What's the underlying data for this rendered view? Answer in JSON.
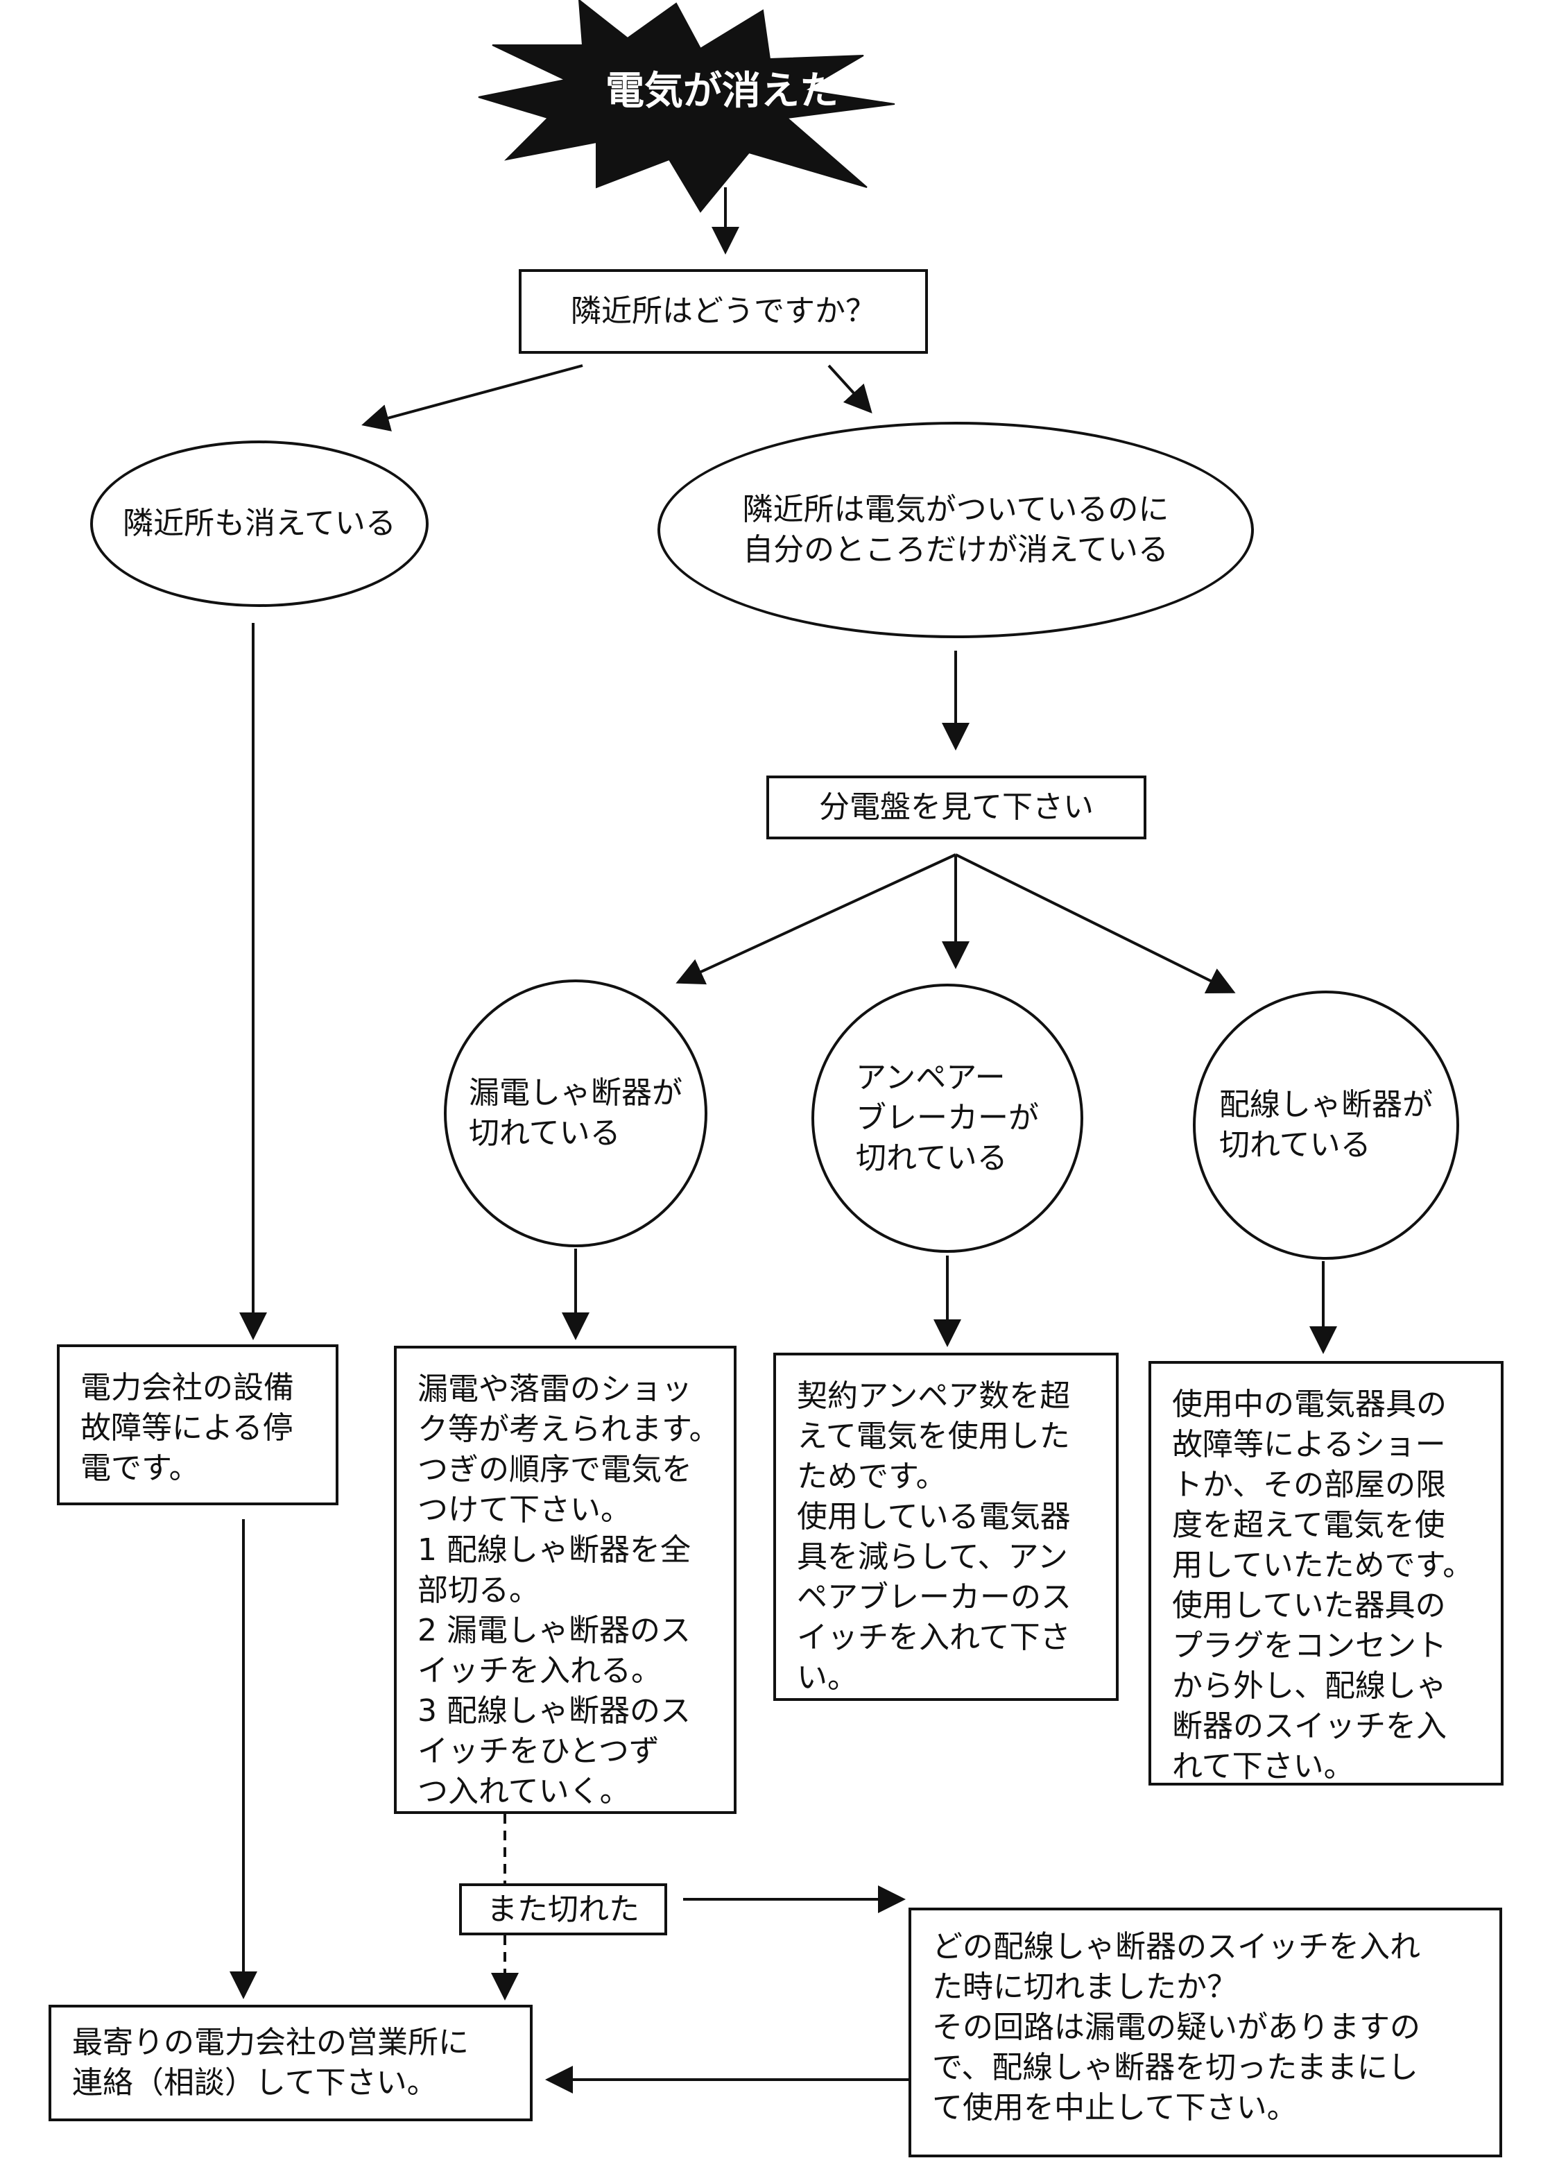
{
  "start": {
    "label": "電気が消えた"
  },
  "question": {
    "label": "隣近所はどうですか？"
  },
  "branch_all_out": {
    "label": "隣近所も消えている"
  },
  "branch_only_mine": {
    "label": "隣近所は電気がついているのに\n自分のところだけが消えている"
  },
  "check_panel": {
    "label": "分電盤を見て下さい"
  },
  "breakers": [
    {
      "label": "漏電しゃ断器が\n切れている"
    },
    {
      "label": "アンペアー\nブレーカーが\n切れている"
    },
    {
      "label": "配線しゃ断器が\n切れている"
    }
  ],
  "outage_note": {
    "label": "電力会社の設備\n故障等による停\n電です。"
  },
  "leak_note": {
    "label": "漏電や落雷のショッ\nク等が考えられます。\nつぎの順序で電気を\nつけて下さい。\n 1 配線しゃ断器を全\n    部切る。\n 2 漏電しゃ断器のス\n    イッチを入れる。\n 3 配線しゃ断器のス\n    イッチをひとつず\n    つ入れていく。"
  },
  "ampere_note": {
    "label": "契約アンペア数を超\nえて電気を使用した\nためです。\n使用している電気器\n具を減らして、アン\nペアブレーカーのス\nイッチを入れて下さ\nい。"
  },
  "wiring_note": {
    "label": "使用中の電気器具の\n故障等によるショー\nトか、その部屋の限\n度を超えて電気を使\n用していたためです。\n使用していた器具の\nプラグをコンセント\nから外し、配線しゃ\n断器のスイッチを入\nれて下さい。"
  },
  "tripped_again": {
    "label": "また切れた"
  },
  "which_breaker_note": {
    "label": "どの配線しゃ断器のスイッチを入れ\nた時に切れましたか？\nその回路は漏電の疑いがありますの\nで、配線しゃ断器を切ったままにし\nて使用を中止して下さい。"
  },
  "contact_note": {
    "label": "最寄りの電力会社の営業所に\n連絡（相談）して下さい。"
  }
}
